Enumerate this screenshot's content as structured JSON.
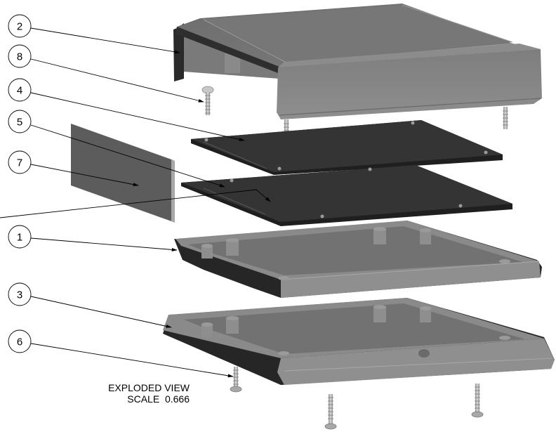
{
  "drawing": {
    "title": "EXPLODED VIEW",
    "scale_label": "SCALE",
    "scale_value": "0.666",
    "scale_line": "SCALE  0.666"
  },
  "balloons": [
    {
      "id": "balloon-2",
      "number": "2",
      "part": "top-cover"
    },
    {
      "id": "balloon-8",
      "number": "8",
      "part": "top-screw"
    },
    {
      "id": "balloon-4",
      "number": "4",
      "part": "upper-panel"
    },
    {
      "id": "balloon-5",
      "number": "5",
      "part": "lower-panel"
    },
    {
      "id": "balloon-7",
      "number": "7",
      "part": "end-panel"
    },
    {
      "id": "balloon-1",
      "number": "1",
      "part": "base-tray"
    },
    {
      "id": "balloon-3",
      "number": "3",
      "part": "base-with-flange"
    },
    {
      "id": "balloon-6",
      "number": "6",
      "part": "bottom-screw"
    }
  ],
  "colors": {
    "part_mid": "#8a8a8a",
    "part_dark": "#555555",
    "panel": "#333333",
    "edge": "#1f1f1f",
    "screw": "#b8b8b8",
    "leader": "#000000"
  }
}
